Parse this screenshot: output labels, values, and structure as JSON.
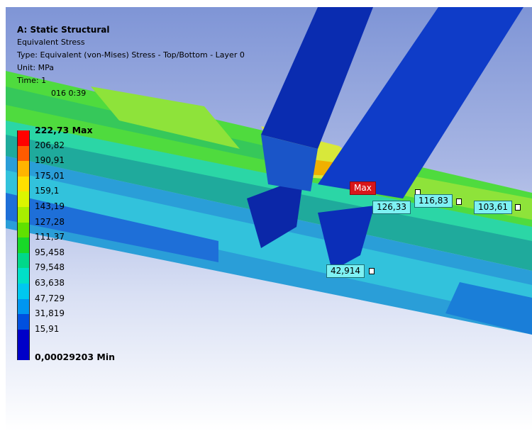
{
  "info": {
    "title": "A: Static Structural",
    "result": "Equivalent Stress",
    "type": "Type: Equivalent (von-Mises) Stress - Top/Bottom - Layer 0",
    "unit": "Unit: MPa",
    "time": "Time: 1",
    "time2": "016 0:39"
  },
  "legend": {
    "max_label": "222,73 Max",
    "min_label": "0,00029203 Min",
    "values": [
      "206,82",
      "190,91",
      "175,01",
      "159,1",
      "143,19",
      "127,28",
      "111,37",
      "95,458",
      "79,548",
      "63,638",
      "47,729",
      "31,819",
      "15,91"
    ],
    "colors": [
      "#ff0000",
      "#ff5b00",
      "#ffb400",
      "#ffe000",
      "#dcf500",
      "#a8ee00",
      "#60e000",
      "#18d828",
      "#00d88a",
      "#00e0c8",
      "#00c8f0",
      "#0096f0",
      "#0050e0",
      "#0000c8"
    ]
  },
  "probes": {
    "max": "Max",
    "p1": "126,33",
    "p2": "116,83",
    "p3": "103,61",
    "p4": "42,914"
  }
}
